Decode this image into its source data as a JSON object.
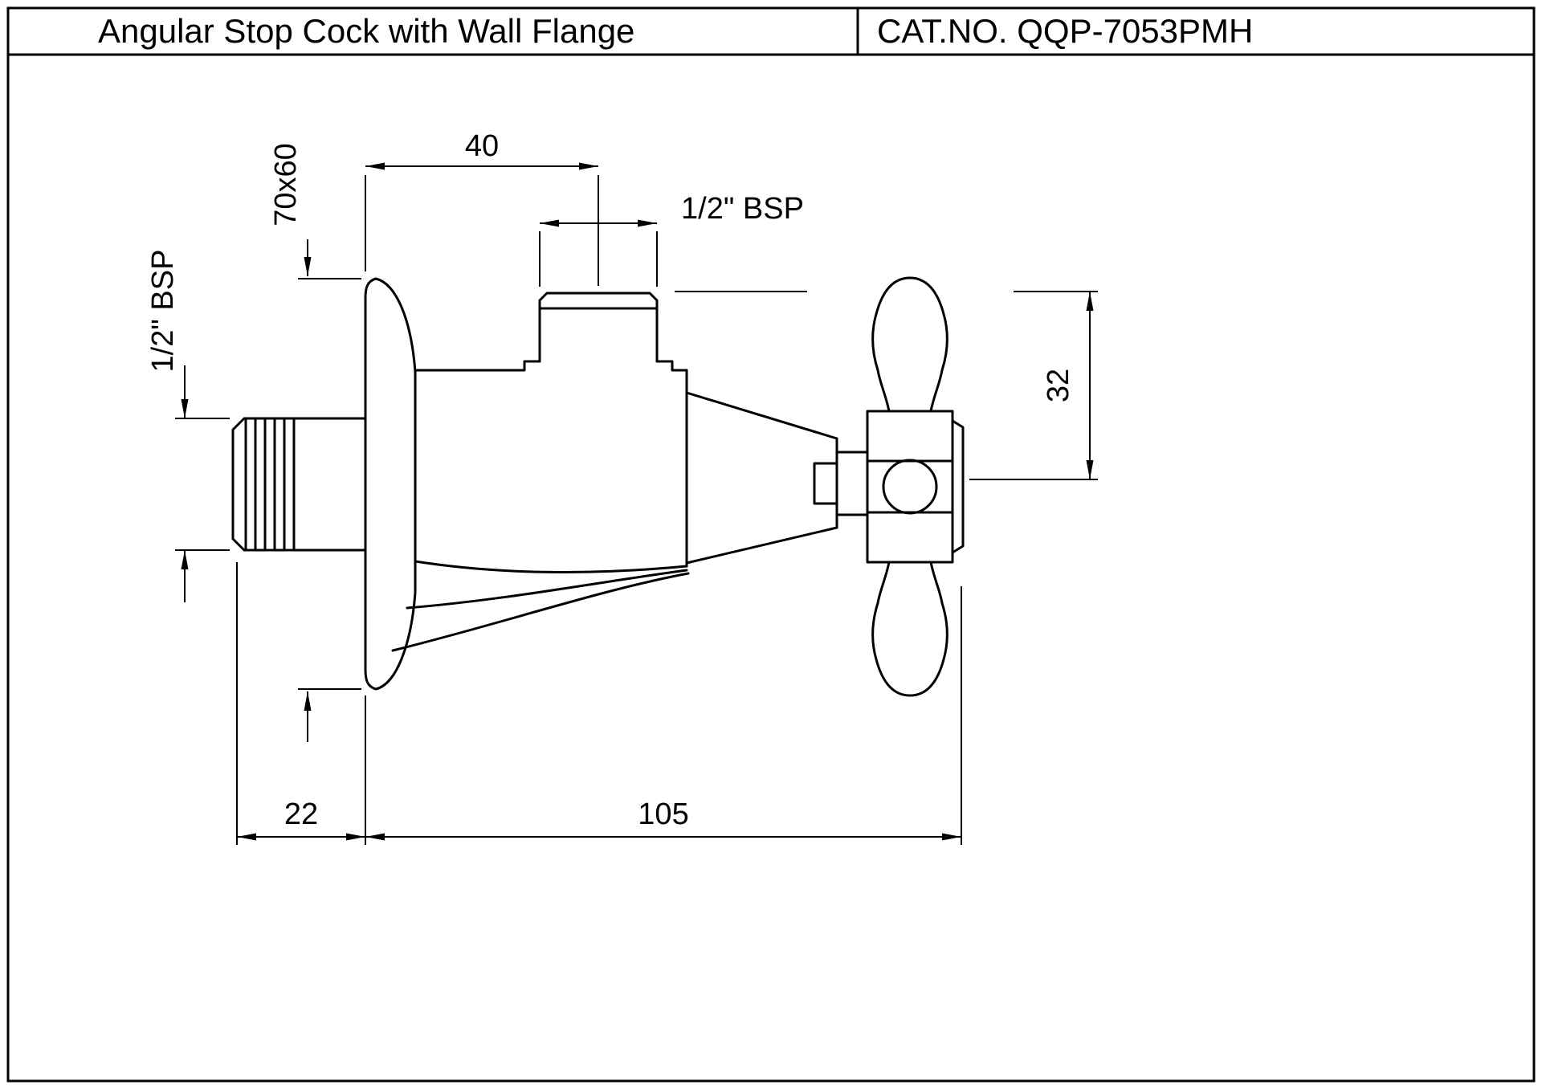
{
  "title_block": {
    "title": "Angular Stop Cock with Wall Flange",
    "cat_no": "CAT.NO. QQP-7053PMH"
  },
  "dimensions": {
    "outlet_offset": "40",
    "flange_size": "70x60",
    "outlet_thread": "1/2\" BSP",
    "inlet_thread": "1/2\" BSP",
    "handle_to_outlet": "32",
    "wall_clearance": "22",
    "body_length": "105"
  },
  "colors": {
    "line": "#000000",
    "background": "#ffffff"
  }
}
